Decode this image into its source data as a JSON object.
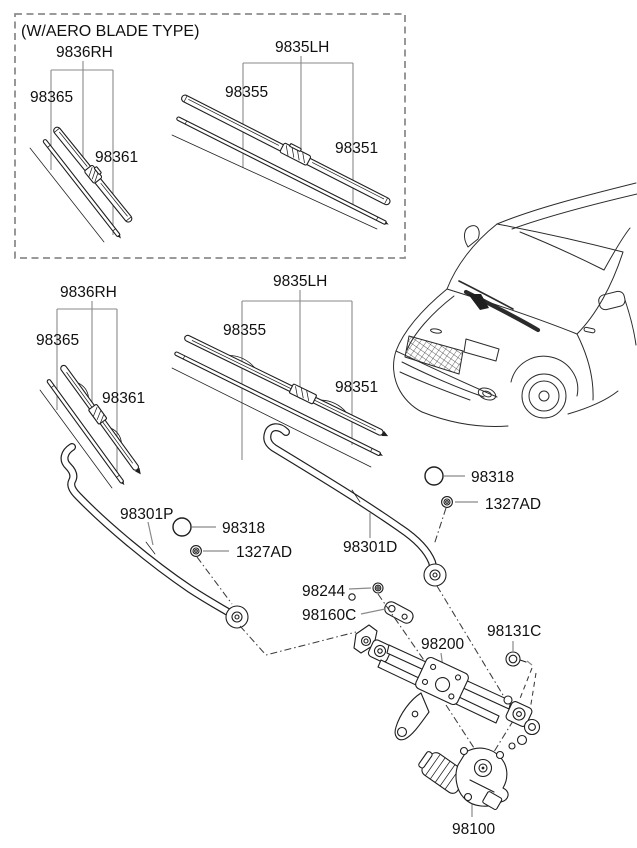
{
  "diagram": {
    "aero_box_title": "(W/AERO BLADE TYPE)",
    "aero": {
      "rh_assembly": "9836RH",
      "rh_refill": "98365",
      "rh_blade": "98361",
      "lh_assembly": "9835LH",
      "lh_refill": "98355",
      "lh_blade": "98351"
    },
    "standard": {
      "rh_assembly": "9836RH",
      "rh_refill": "98365",
      "rh_blade": "98361",
      "lh_assembly": "9835LH",
      "lh_refill": "98355",
      "lh_blade": "98351"
    },
    "parts": {
      "arm_passenger": "98301P",
      "arm_driver": "98301D",
      "cap_left": "98318",
      "cap_right": "98318",
      "nut_left": "1327AD",
      "nut_right": "1327AD",
      "linkage_nut": "98244",
      "bracket": "98160C",
      "linkage": "98200",
      "bolt": "98131C",
      "motor": "98100"
    },
    "colors": {
      "line": "#1f1f1f",
      "leader": "#8a8a8a",
      "dash_border": "#8c8c8c",
      "background": "#ffffff"
    }
  }
}
